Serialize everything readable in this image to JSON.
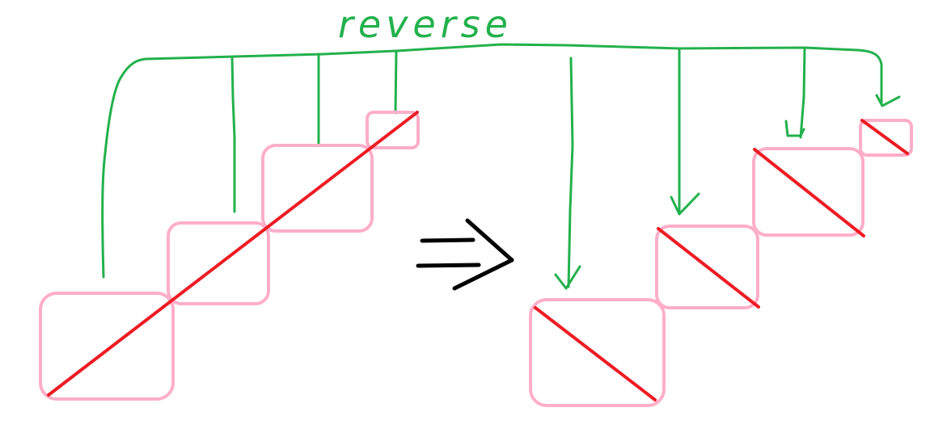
{
  "diagram": {
    "label": "reverse",
    "colors": {
      "block_border": "#ffaec9",
      "diagonal": "#ed1c24",
      "connector": "#22b14c",
      "transform_arrow": "#000000"
    },
    "left_group": {
      "description": "Anti-diagonal block staircase, diagonals rising left-to-right",
      "blocks": 4
    },
    "right_group": {
      "description": "Reversed staircase, diagonals falling left-to-right",
      "blocks": 4
    },
    "transform_symbol": "double-arrow"
  }
}
